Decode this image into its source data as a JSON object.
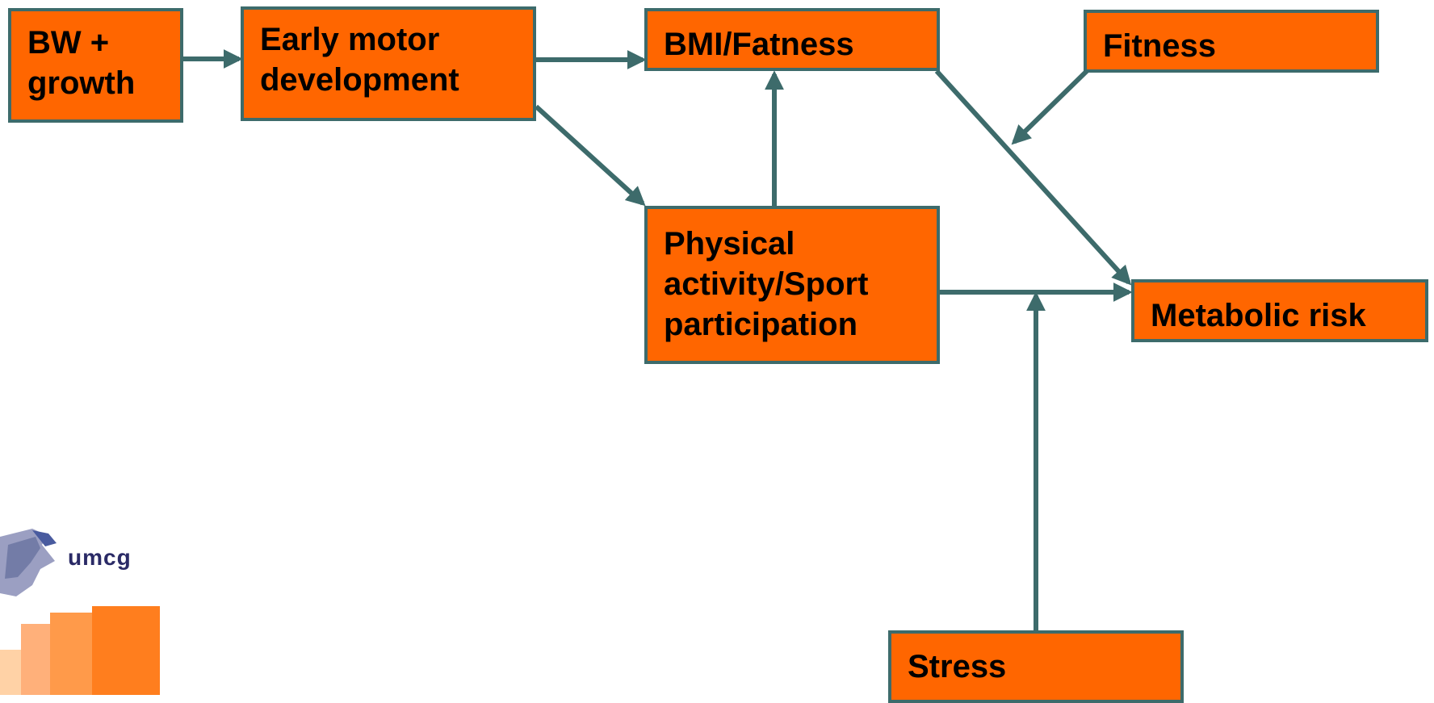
{
  "nodes": {
    "bw_growth": "BW +\ngrowth",
    "early_motor": "Early motor\ndevelopment",
    "bmi_fatness": "BMI/Fatness",
    "fitness": "Fitness",
    "physical_activity": "Physical\nactivity/Sport\nparticipation",
    "metabolic_risk": "Metabolic risk",
    "stress": "Stress"
  },
  "logo": {
    "text": "umcg",
    "icon": "umcg-logo-icon"
  },
  "colors": {
    "box_fill": "#ff6600",
    "box_border": "#3d6b6b",
    "arrow": "#3d6b6b"
  },
  "edges": [
    {
      "from": "BW + growth",
      "to": "Early motor development"
    },
    {
      "from": "Early motor development",
      "to": "BMI/Fatness"
    },
    {
      "from": "Early motor development",
      "to": "Physical activity/Sport participation"
    },
    {
      "from": "Physical activity/Sport participation",
      "to": "BMI/Fatness"
    },
    {
      "from": "BMI/Fatness",
      "to": "Metabolic risk"
    },
    {
      "from": "Physical activity/Sport participation",
      "to": "Metabolic risk"
    },
    {
      "from": "Fitness",
      "to": "BMI/Fatness → Metabolic risk (moderator)"
    },
    {
      "from": "Stress",
      "to": "Physical activity/Sport participation → Metabolic risk (moderator)"
    }
  ]
}
